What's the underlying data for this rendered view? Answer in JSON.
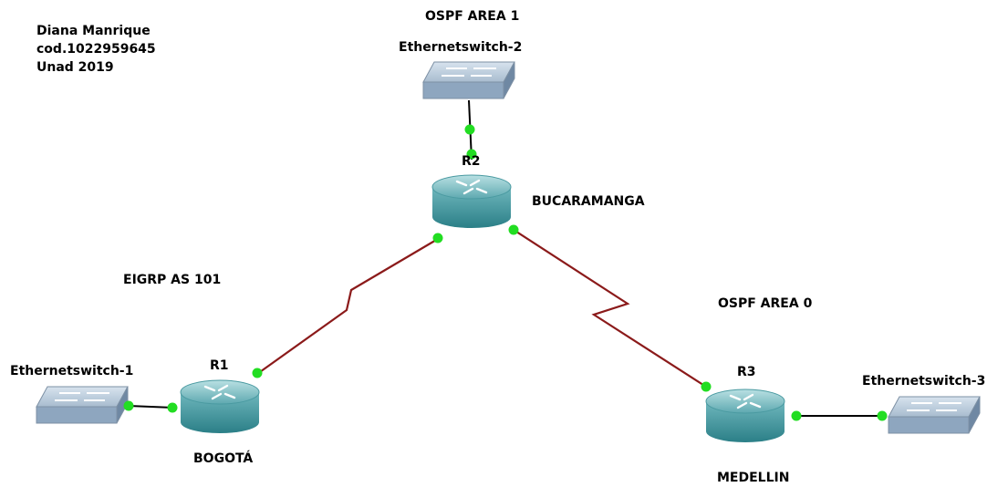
{
  "author": {
    "name": "Diana Manrique",
    "code": "cod.1022959645",
    "org_year": "Unad 2019"
  },
  "labels": {
    "ospf_area_1": "OSPF AREA 1",
    "ospf_area_0": "OSPF AREA 0",
    "eigrp": "EIGRP AS 101"
  },
  "devices": {
    "switch1": "Ethernetswitch-1",
    "switch2": "Ethernetswitch-2",
    "switch3": "Ethernetswitch-3",
    "r1": "R1",
    "r2": "R2",
    "r3": "R3"
  },
  "cities": {
    "bogota": "BOGOTÁ",
    "bucaramanga": "BUCARAMANGA",
    "medellin": "MEDELLIN"
  },
  "colors": {
    "serial_link": "#8b1a1a",
    "ethernet_link": "#000000",
    "port_up": "#22dd22",
    "router_top": "#6fb7bd",
    "router_body": "#2f8f97",
    "switch_body": "#9fb7cf"
  }
}
